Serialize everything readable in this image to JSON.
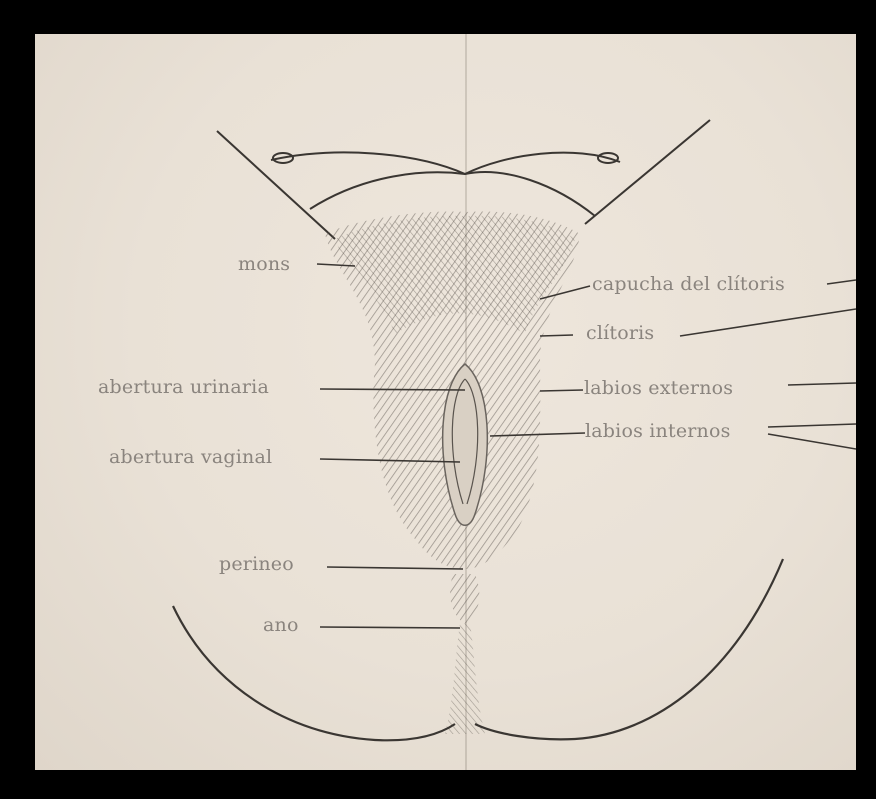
{
  "diagram": {
    "labels_left": {
      "mons": "mons",
      "abertura_urinaria": "abertura urinaria",
      "abertura_vaginal": "abertura vaginal",
      "perineo": "perineo",
      "ano": "ano"
    },
    "labels_right": {
      "capucha_clitoris": "capucha del clítoris",
      "clitoris": "clítoris",
      "labios_externos": "labios externos",
      "labios_internos": "labios internos"
    },
    "colors": {
      "background_frame": "#000000",
      "paper": "#e9e1d6",
      "ink": "#3a3632",
      "label_text": "#8a847e"
    }
  }
}
